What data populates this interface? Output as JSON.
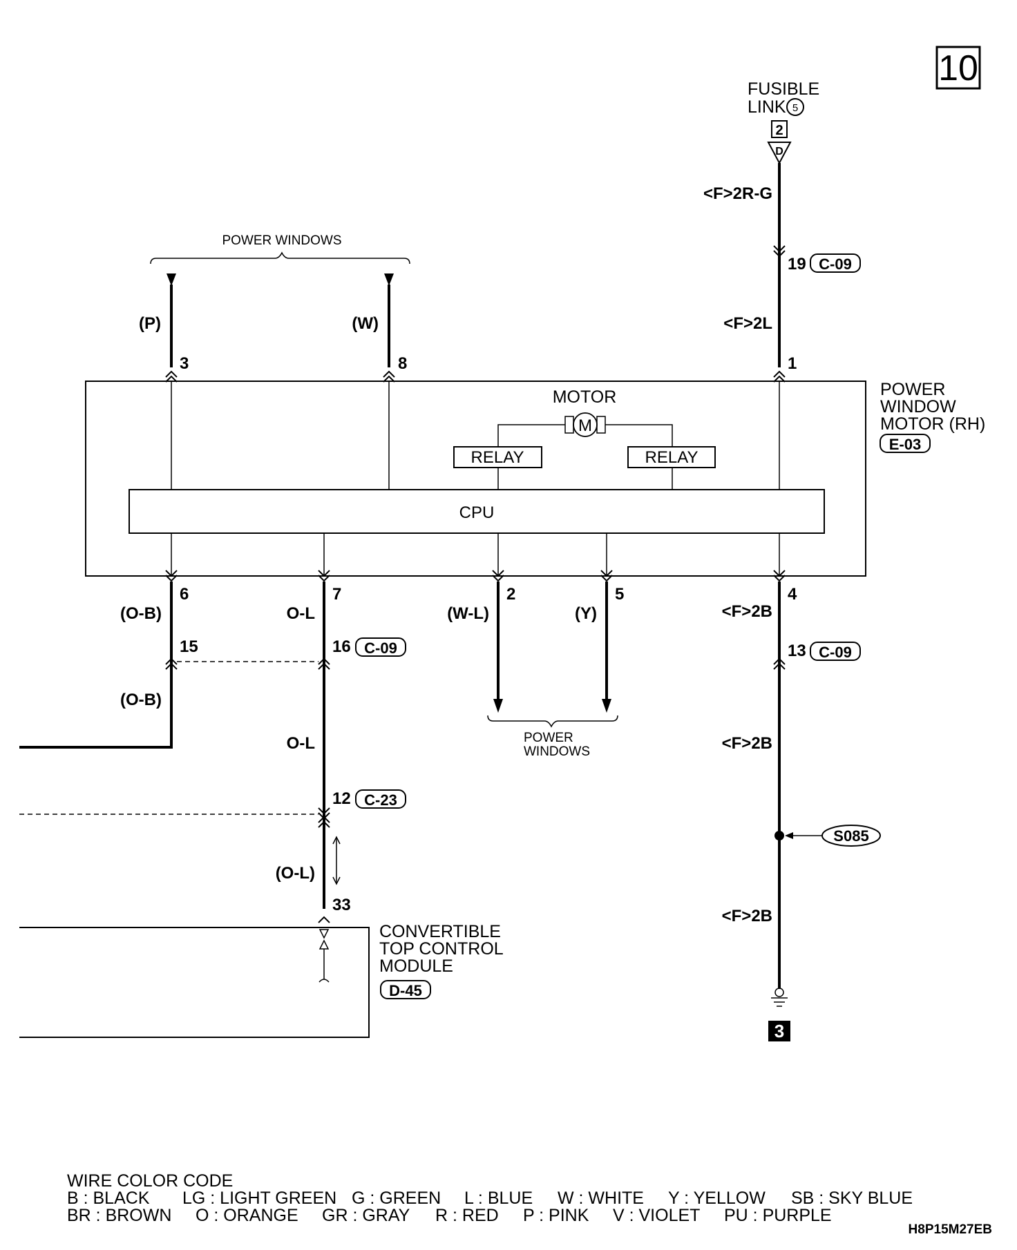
{
  "page_number": "10",
  "fusible_link": {
    "line1": "FUSIBLE",
    "line2": "LINK",
    "num": "5",
    "box_num": "2",
    "tri_letter": "D"
  },
  "power_windows_top": "POWER WINDOWS",
  "power_windows_bottom": {
    "line1": "POWER",
    "line2": "WINDOWS"
  },
  "motor_label": "MOTOR",
  "motor_symbol": "M",
  "relay_left": "RELAY",
  "relay_right": "RELAY",
  "cpu_label": "CPU",
  "module_pw": {
    "line1": "POWER",
    "line2": "WINDOW",
    "line3": "MOTOR (RH)",
    "connector": "E-03"
  },
  "module_ctcm": {
    "line1": "CONVERTIBLE",
    "line2": "TOP CONTROL",
    "line3": "MODULE",
    "connector": "D-45"
  },
  "wires": {
    "f2rg": "<F>2R-G",
    "f2l": "<F>2L",
    "f2b_a": "<F>2B",
    "f2b_b": "<F>2B",
    "f2b_c": "<F>2B",
    "p": "(P)",
    "w": "(W)",
    "ob_a": "(O-B)",
    "ob_b": "(O-B)",
    "ol_a": "O-L",
    "ol_b": "O-L",
    "ol_c": "(O-L)",
    "wl": "(W-L)",
    "y": "(Y)"
  },
  "pins": {
    "p3": "3",
    "p8": "8",
    "p1": "1",
    "p6": "6",
    "p7": "7",
    "p2": "2",
    "p5": "5",
    "p4": "4",
    "p19": "19",
    "p15": "15",
    "p16": "16",
    "p13": "13",
    "p12": "12",
    "p33": "33"
  },
  "connectors": {
    "c09_a": "C-09",
    "c09_b": "C-09",
    "c09_c": "C-09",
    "c23": "C-23"
  },
  "splice": "S085",
  "ground_num": "3",
  "legend": {
    "title": "WIRE COLOR CODE",
    "row1": [
      "B : BLACK",
      "LG : LIGHT GREEN",
      "G : GREEN",
      "L : BLUE",
      "W : WHITE",
      "Y : YELLOW",
      "SB : SKY BLUE"
    ],
    "row2": [
      "BR : BROWN",
      "O : ORANGE",
      "GR : GRAY",
      "R : RED",
      "P : PINK",
      "V : VIOLET",
      "PU : PURPLE"
    ]
  },
  "figure_code": "H8P15M27EB"
}
